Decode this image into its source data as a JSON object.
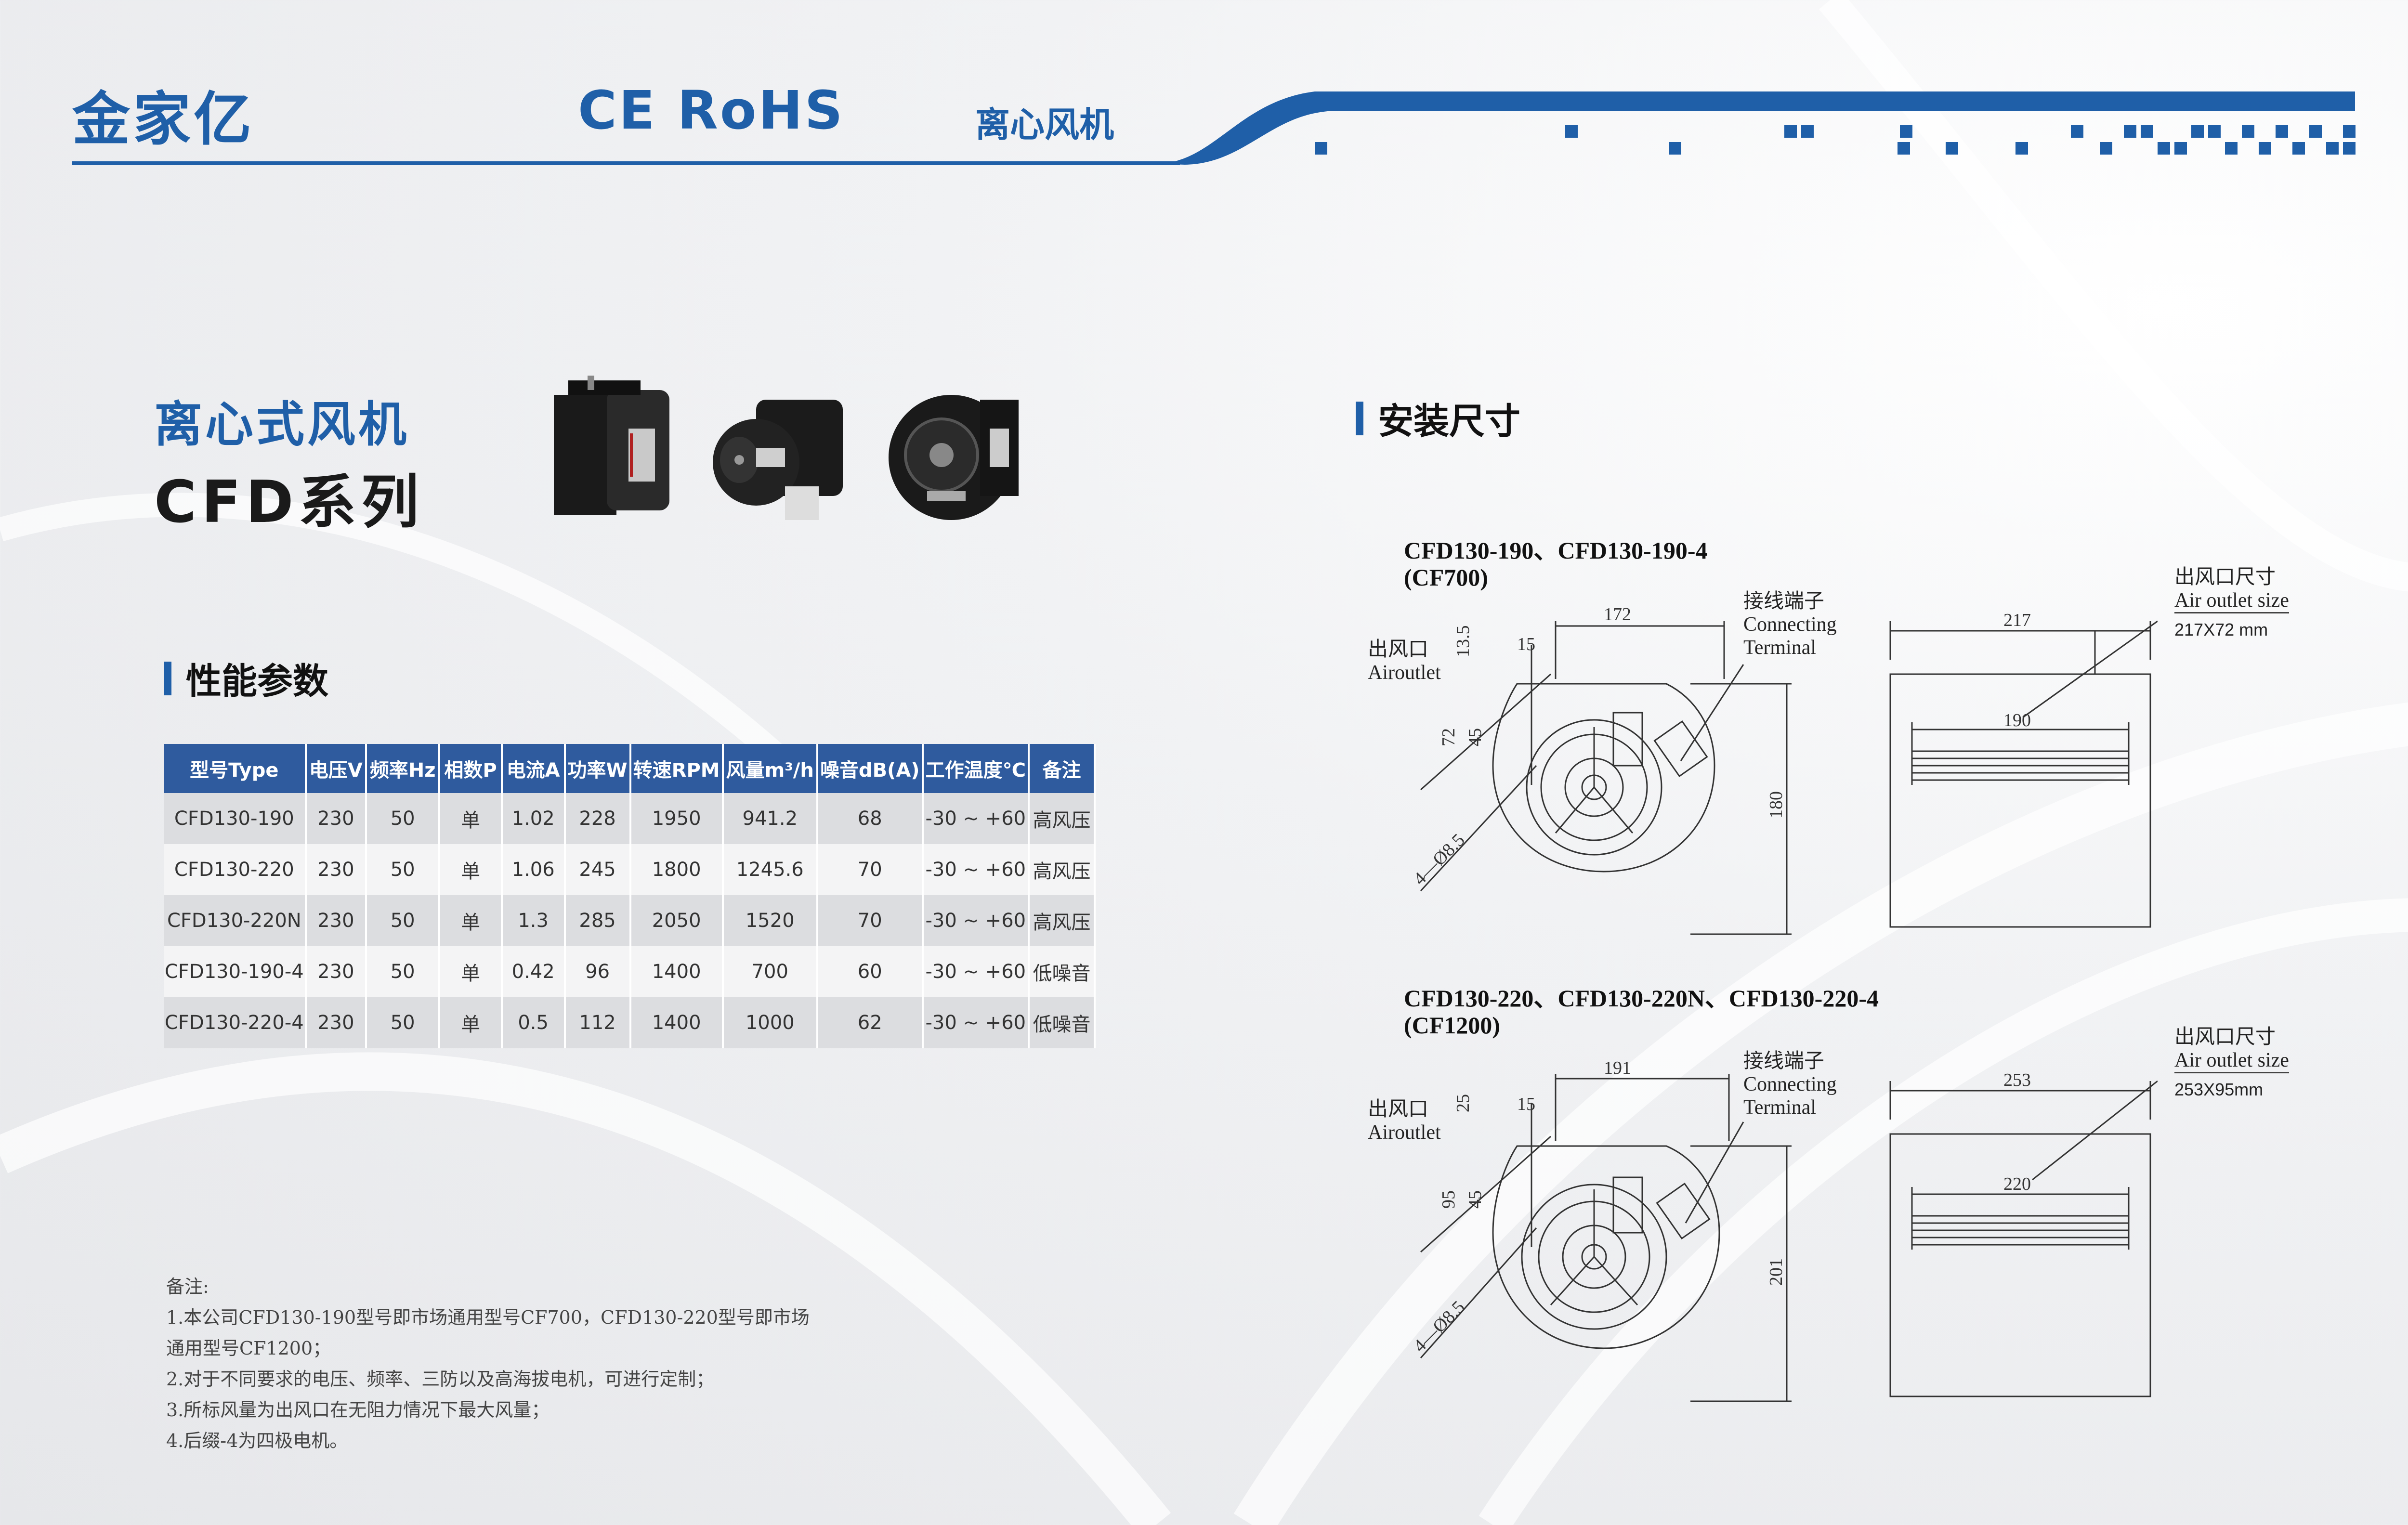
{
  "header": {
    "brand": "金家亿",
    "certifications": "CE  RoHS",
    "category": "离心风机"
  },
  "product": {
    "series_cn": "离心式风机",
    "series_en": "CFD系列"
  },
  "performance": {
    "title": "性能参数",
    "columns": [
      "型号Type",
      "电压V",
      "频率Hz",
      "相数P",
      "电流A",
      "功率W",
      "转速RPM",
      "风量m³/h",
      "噪音dB(A)",
      "工作温度℃",
      "备注"
    ],
    "rows": [
      [
        "CFD130-190",
        "230",
        "50",
        "单",
        "1.02",
        "228",
        "1950",
        "941.2",
        "68",
        "-30 ~ +60",
        "高风压"
      ],
      [
        "CFD130-220",
        "230",
        "50",
        "单",
        "1.06",
        "245",
        "1800",
        "1245.6",
        "70",
        "-30 ~ +60",
        "高风压"
      ],
      [
        "CFD130-220N",
        "230",
        "50",
        "单",
        "1.3",
        "285",
        "2050",
        "1520",
        "70",
        "-30 ~ +60",
        "高风压"
      ],
      [
        "CFD130-190-4",
        "230",
        "50",
        "单",
        "0.42",
        "96",
        "1400",
        "700",
        "60",
        "-30 ~ +60",
        "低噪音"
      ],
      [
        "CFD130-220-4",
        "230",
        "50",
        "单",
        "0.5",
        "112",
        "1400",
        "1000",
        "62",
        "-30 ~ +60",
        "低噪音"
      ]
    ]
  },
  "notes": {
    "lines": [
      "备注:",
      "1.本公司CFD130-190型号即市场通用型号CF700，CFD130-220型号即市场",
      "通用型号CF1200；",
      "2.对于不同要求的电压、频率、三防以及高海拔电机，可进行定制；",
      "3.所标风量为出风口在无阻力情况下最大风量；",
      "4.后缀-4为四极电机。"
    ]
  },
  "installation": {
    "title": "安装尺寸",
    "drawings": [
      {
        "title_line1": "CFD130-190、CFD130-190-4",
        "title_line2": "(CF700)",
        "outlet_cn": "出风口",
        "outlet_en": "Airoutlet",
        "terminal_cn": "接线端子",
        "terminal_en1": "Connecting",
        "terminal_en2": "Terminal",
        "outlet_size_cn": "出风口尺寸",
        "outlet_size_en": "Air outlet size",
        "outlet_size_value": "217X72 mm",
        "dims": {
          "width": "172",
          "d1": "13.5",
          "d2": "15",
          "d3": "72",
          "d4": "45",
          "height": "180",
          "holes": "4—Ø8.5",
          "side_width": "217",
          "outlet_width": "190"
        }
      },
      {
        "title_line1": "CFD130-220、CFD130-220N、CFD130-220-4",
        "title_line2": "(CF1200)",
        "outlet_cn": "出风口",
        "outlet_en": "Airoutlet",
        "terminal_cn": "接线端子",
        "terminal_en1": "Connecting",
        "terminal_en2": "Terminal",
        "outlet_size_cn": "出风口尺寸",
        "outlet_size_en": "Air outlet size",
        "outlet_size_value": "253X95mm",
        "dims": {
          "width": "191",
          "d1": "25",
          "d2": "15",
          "d3": "95",
          "d4": "45",
          "height": "201",
          "holes": "4—Ø8.5",
          "side_width": "253",
          "outlet_width": "220"
        }
      }
    ]
  },
  "colors": {
    "accent": "#1f5fa8",
    "table_header": "#2f5b9e"
  }
}
